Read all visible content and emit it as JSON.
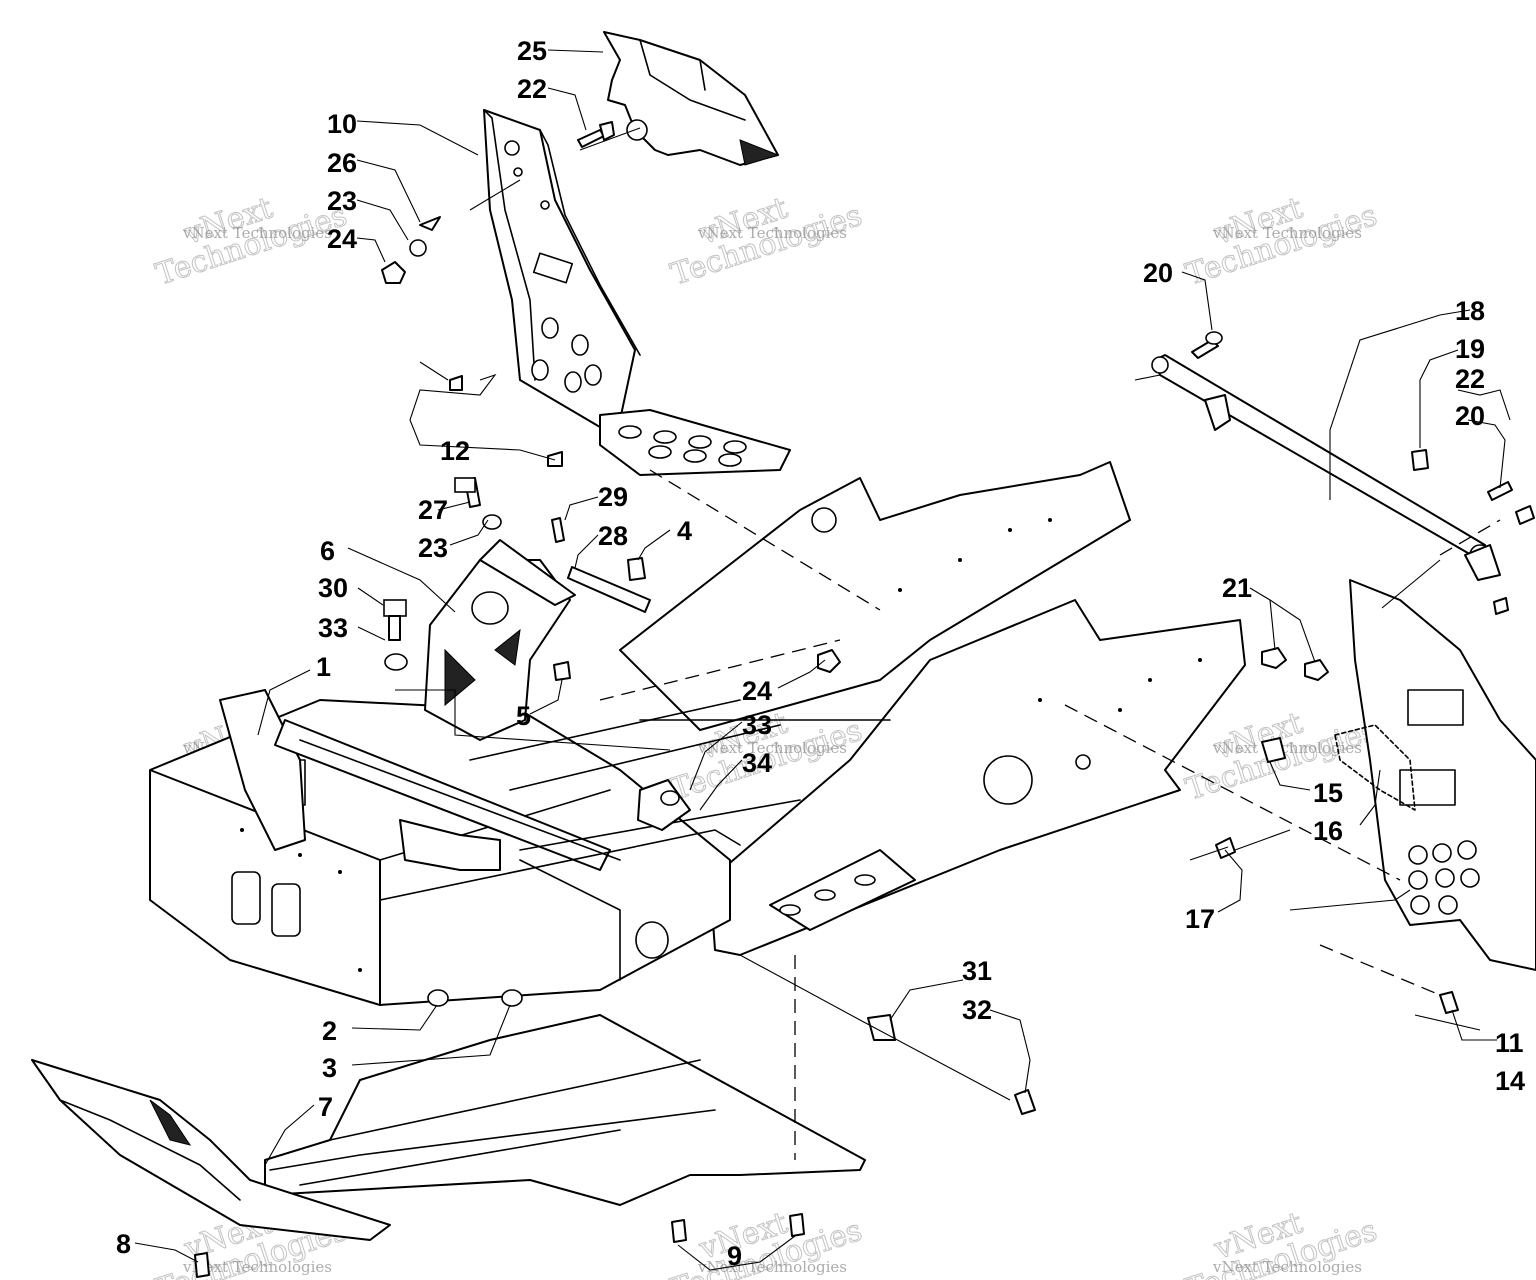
{
  "watermark": {
    "line1": "vNext",
    "line2": "Technologies",
    "small": "vNext Technologies"
  },
  "callouts": {
    "c1": "1",
    "c2": "2",
    "c3": "3",
    "c4": "4",
    "c5": "5",
    "c6": "6",
    "c7": "7",
    "c8": "8",
    "c9": "9",
    "c10": "10",
    "c11": "11",
    "c12": "12",
    "c14": "14",
    "c15": "15",
    "c16": "16",
    "c17": "17",
    "c18": "18",
    "c19": "19",
    "c20a": "20",
    "c20b": "20",
    "c21": "21",
    "c22a": "22",
    "c22b": "22",
    "c23a": "23",
    "c23b": "23",
    "c24a": "24",
    "c24b": "24",
    "c25": "25",
    "c26": "26",
    "c27": "27",
    "c28": "28",
    "c29": "29",
    "c30": "30",
    "c31": "31",
    "c32": "32",
    "c33a": "33",
    "c33b": "33",
    "c34": "34"
  }
}
